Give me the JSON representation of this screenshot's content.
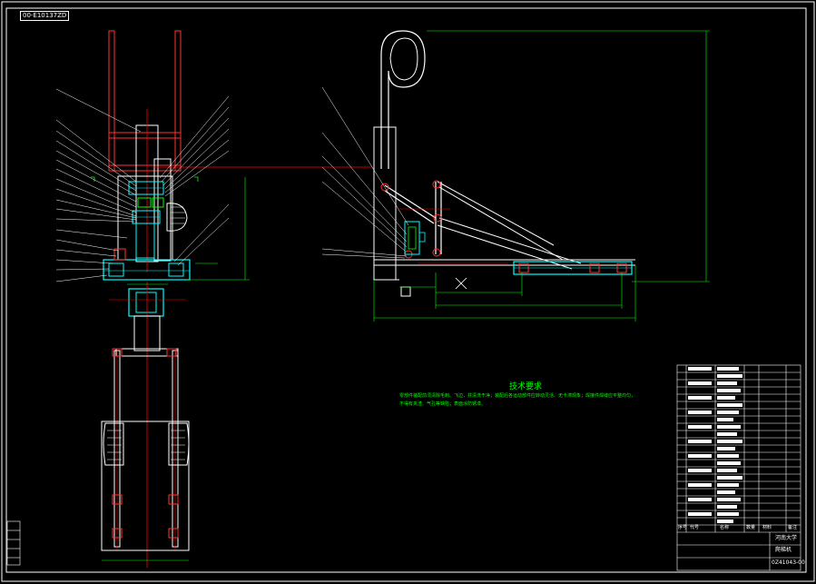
{
  "drawing": {
    "code_tag": "00-E10137ZD",
    "technical_requirements": {
      "title": "技术要求",
      "text": "零部件装配前须清除毛刺、飞边，并清洗干净；装配后各运动部件应转动灵活、无卡滞现象；焊接件焊缝应平整均匀，不得有夹渣、气孔等缺陷；表面涂防锈漆。"
    },
    "title_block": {
      "school": "河南大学",
      "drawing_name": "爬梯机",
      "drawing_number": "0Z41043-00",
      "header_labels": [
        "序号",
        "代号",
        "名称",
        "数量",
        "材料",
        "备注"
      ]
    }
  },
  "colors": {
    "background": "#000000",
    "frame": "#ffffff",
    "outline": "#ffffff",
    "part": "#00ffff",
    "part2": "#00ff00",
    "center_line": "#ff0000",
    "dimension": "#00ff00",
    "leader": "#ffffff",
    "hatch": "#ff0000"
  }
}
